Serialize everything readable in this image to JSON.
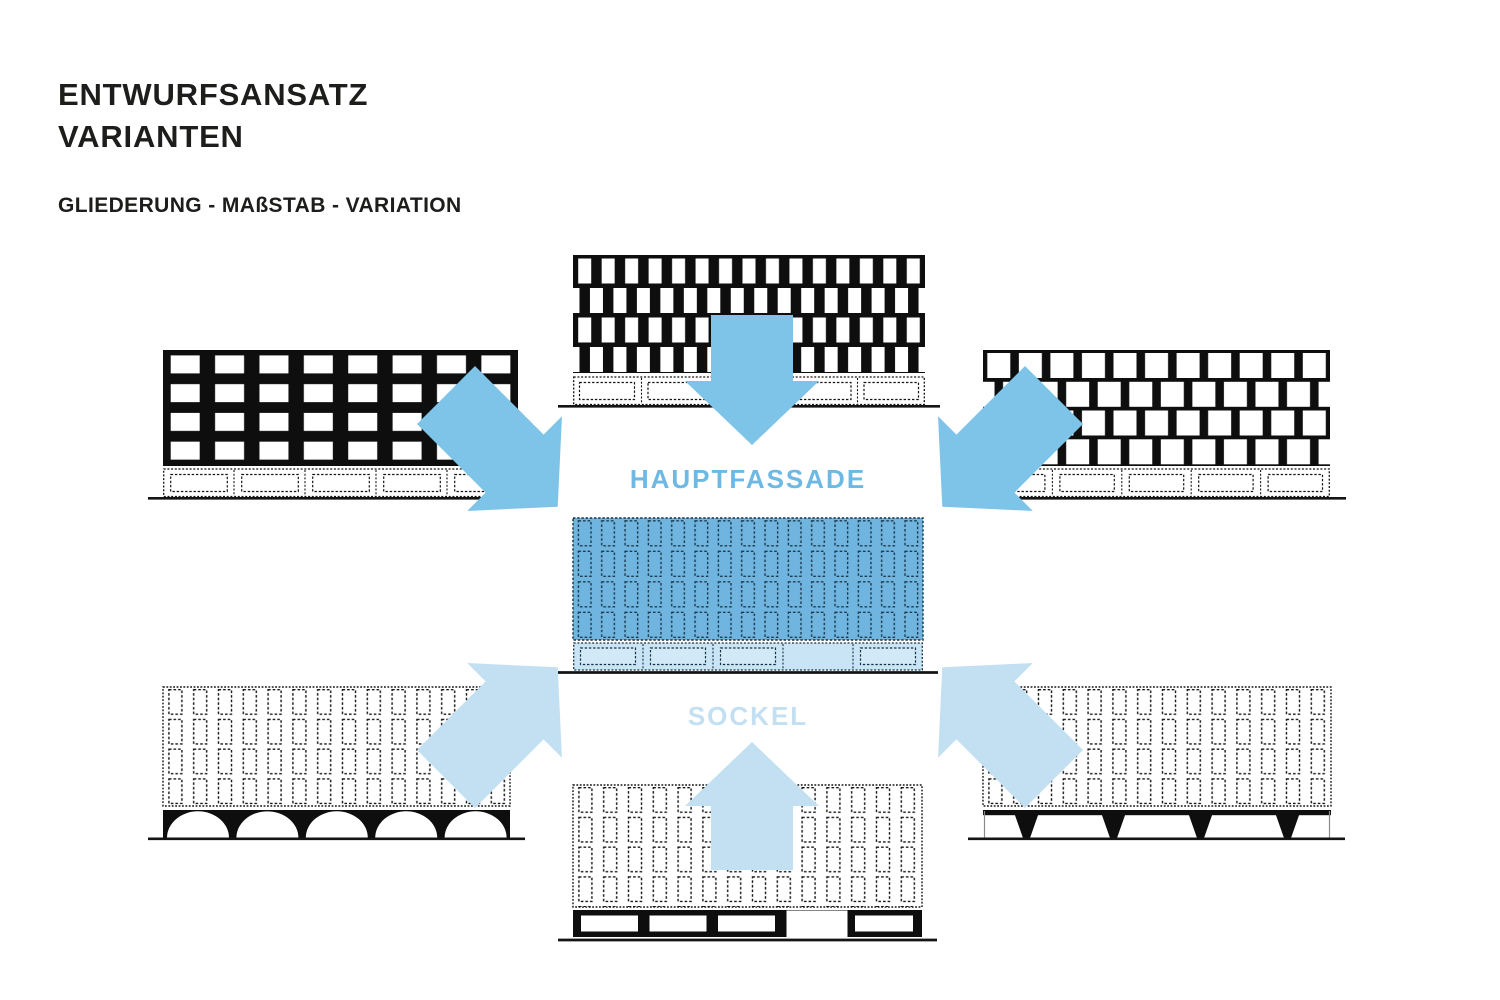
{
  "page": {
    "title_line1": "ENTWURFSANSATZ",
    "title_line2": "VARIANTEN",
    "subtitle": "GLIEDERUNG - MAßSTAB - VARIATION"
  },
  "diagram": {
    "labels": {
      "main_facade": "HAUPTFASSADE",
      "base": "SOCKEL"
    },
    "colors": {
      "ink": "#1d1d1b",
      "facade_black": "#0e0e0e",
      "arrow_blue": "#7ec3e8",
      "arrow_blue_light": "#c3e0f2",
      "facade_blue_fill": "#6fb5df",
      "plinth_blue_fill": "#c9e4f5",
      "label_blue": "#6eb8e4",
      "label_blue_light": "#c3e0f2"
    },
    "facade_variants": [
      {
        "icon": "horizontal-band-windows-facade-icon",
        "position": "top-left"
      },
      {
        "icon": "staggered-vertical-windows-facade-icon",
        "position": "top-center"
      },
      {
        "icon": "staggered-square-windows-facade-icon",
        "position": "top-right"
      }
    ],
    "base_variants": [
      {
        "icon": "arched-base-icon",
        "position": "bottom-left"
      },
      {
        "icon": "solid-plinth-openings-base-icon",
        "position": "bottom-center"
      },
      {
        "icon": "tapered-columns-base-icon",
        "position": "bottom-right"
      }
    ],
    "arrows": [
      {
        "icon": "arrow-down-icon",
        "color": "#7ec3e8"
      },
      {
        "icon": "arrow-down-right-icon",
        "color": "#7ec3e8"
      },
      {
        "icon": "arrow-down-left-icon",
        "color": "#7ec3e8"
      },
      {
        "icon": "arrow-up-icon",
        "color": "#c3e0f2"
      },
      {
        "icon": "arrow-up-right-icon",
        "color": "#c3e0f2"
      },
      {
        "icon": "arrow-up-left-icon",
        "color": "#c3e0f2"
      }
    ]
  }
}
